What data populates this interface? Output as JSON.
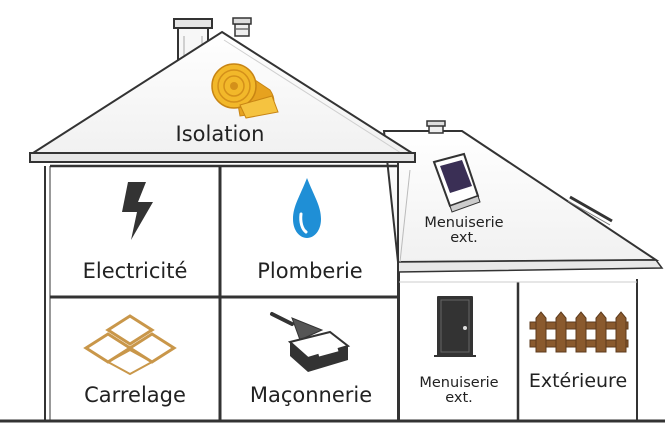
{
  "rooms": {
    "isolation": "Isolation",
    "electricite": "Electricité",
    "plomberie": "Plomberie",
    "carrelage": "Carrelage",
    "maconnerie": "Maçonnerie",
    "menuiserie_roof_line1": "Menuiserie",
    "menuiserie_roof_line2": "ext.",
    "menuiserie_door_line1": "Menuiserie",
    "menuiserie_door_line2": "ext.",
    "exterieure": "Extérieure"
  },
  "icons": {
    "isolation": "insulation-roll-icon",
    "electricite": "lightning-bolt-icon",
    "plomberie": "water-drop-icon",
    "carrelage": "tiles-icon",
    "maconnerie": "trowel-brick-icon",
    "menuiserie_roof": "skylight-window-icon",
    "menuiserie_door": "door-icon",
    "exterieure": "fence-icon"
  },
  "colors": {
    "outline": "#333333",
    "insulation": "#f2b82a",
    "insulation_dark": "#d4901a",
    "drop": "#1f8fd6",
    "tile": "#c9974a",
    "fence": "#8a5a2e",
    "skylight": "#3a2f55"
  }
}
